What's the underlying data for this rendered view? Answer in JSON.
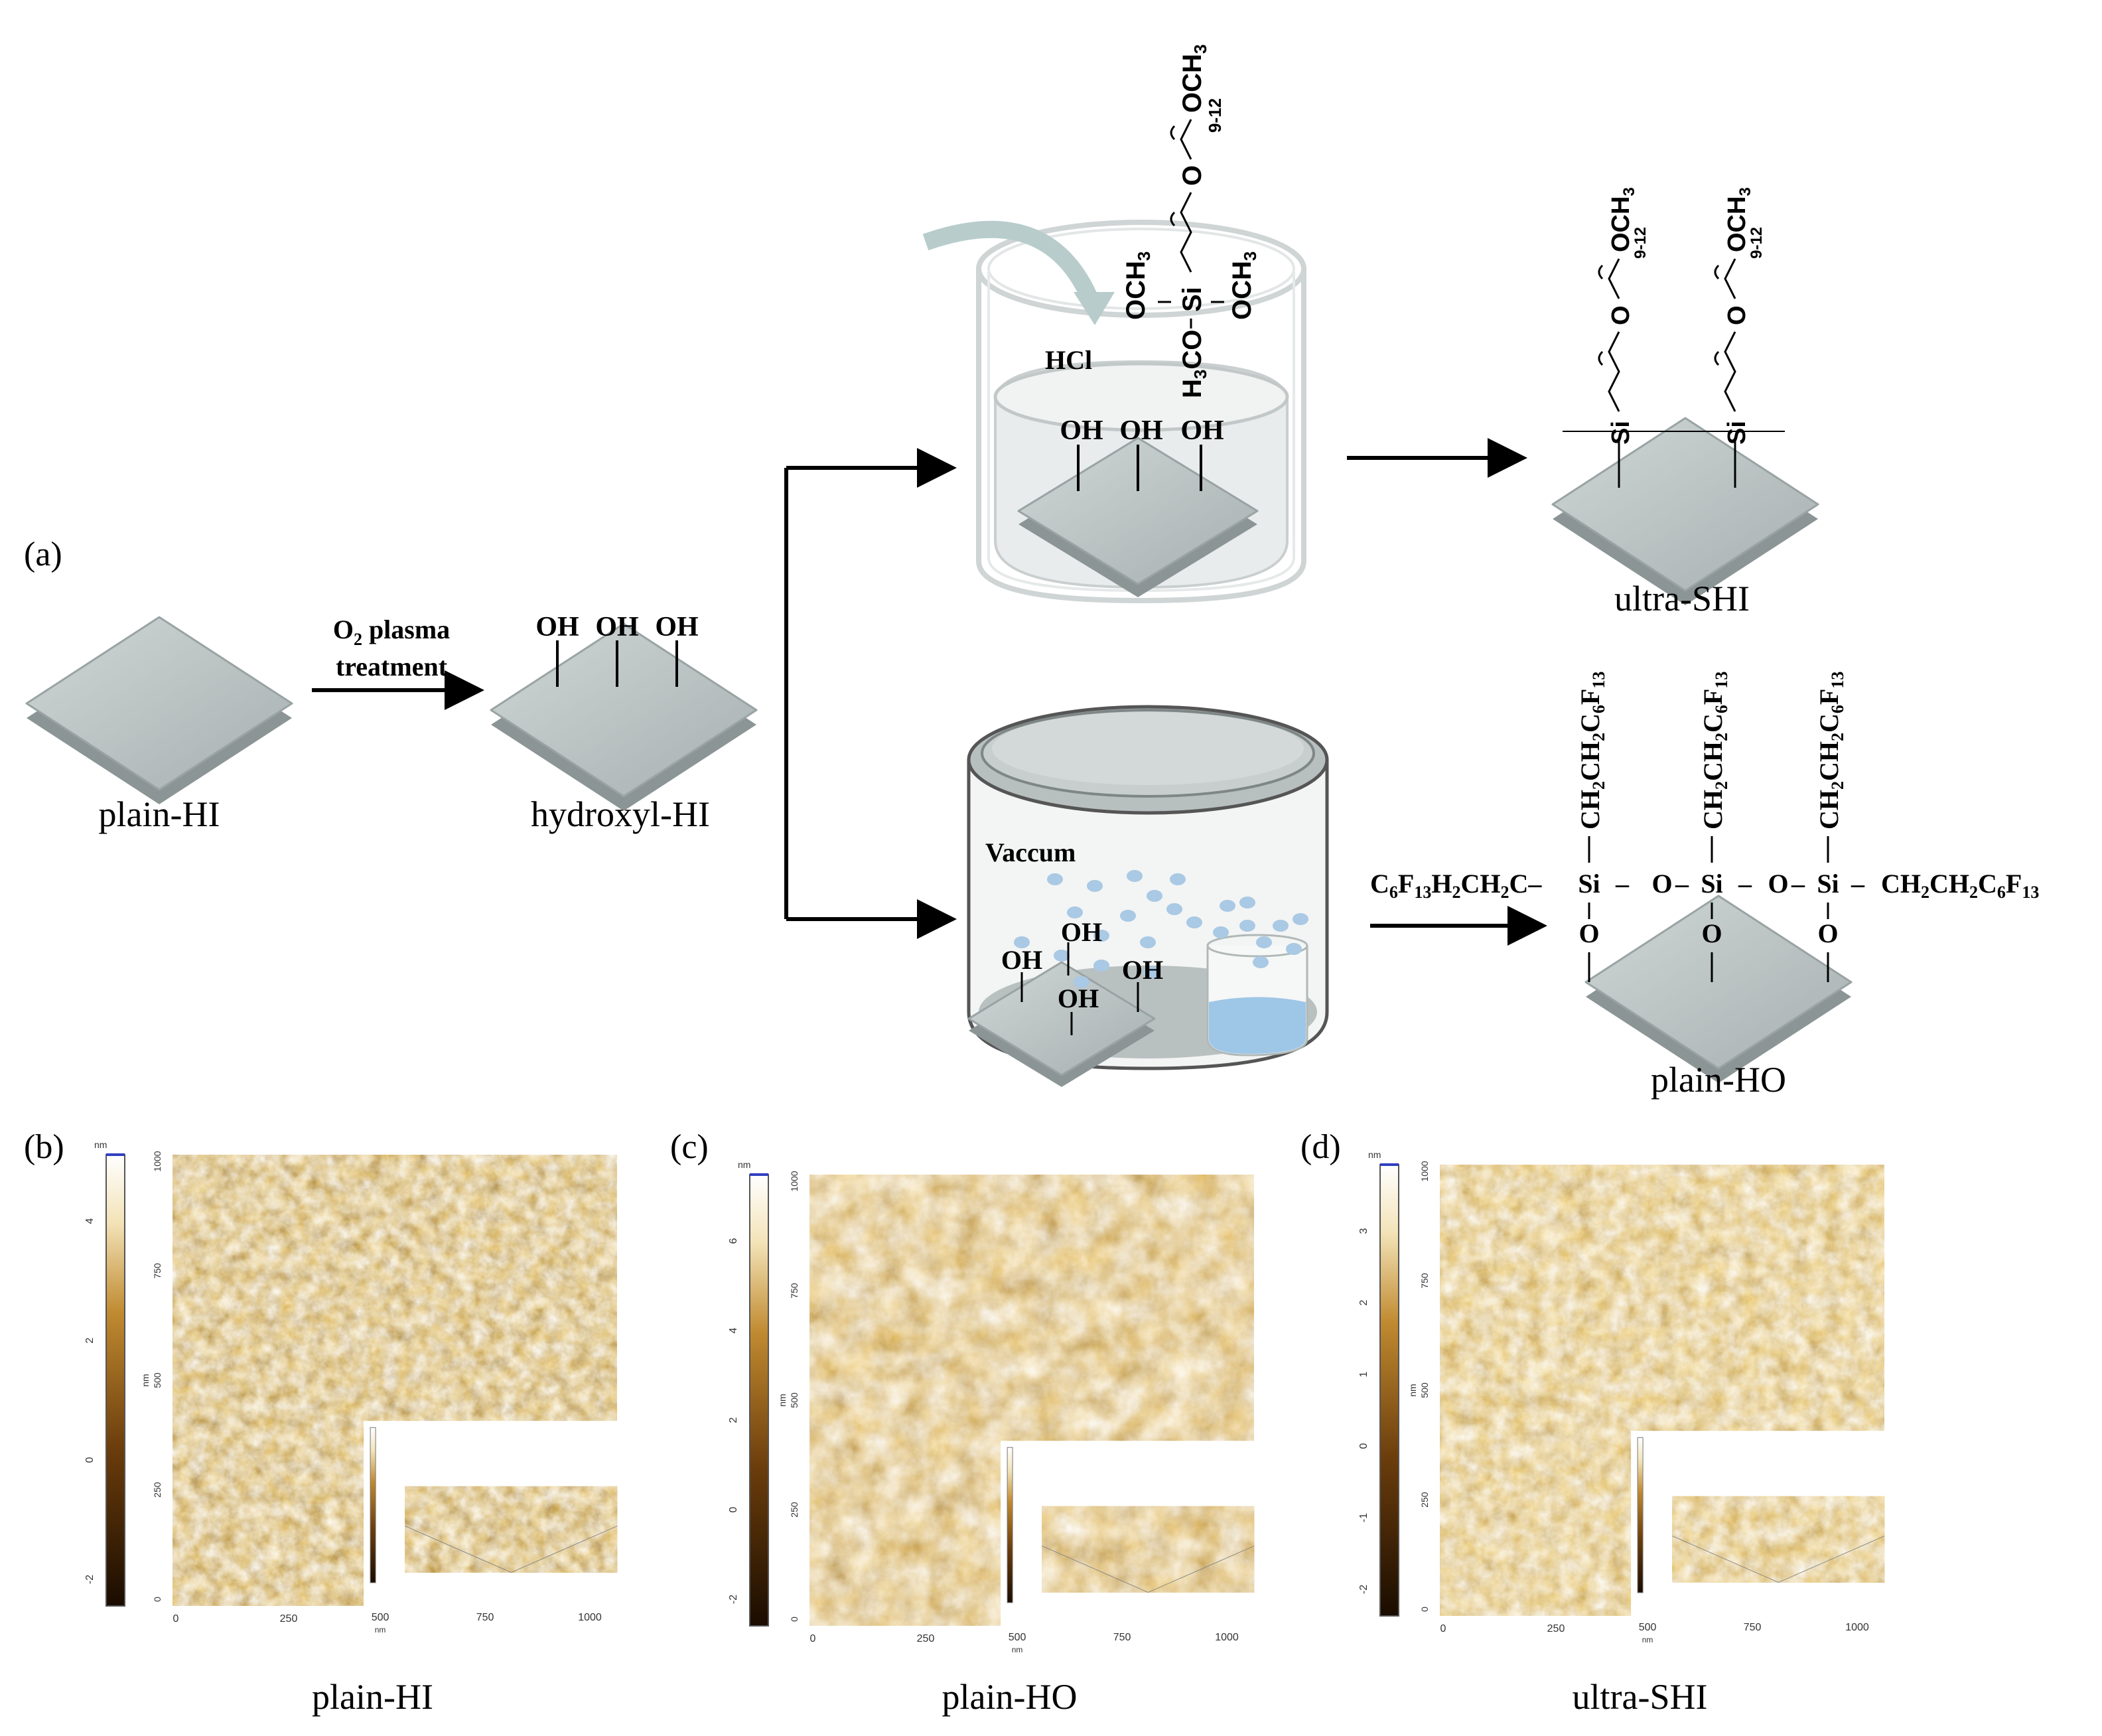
{
  "panel_a": {
    "label": "(a)",
    "plain_hi": "plain-HI",
    "hydroxyl_hi": "hydroxyl-HI",
    "o2_line1": "O",
    "o2_sub": "2",
    "o2_line1_rest": " plasma",
    "o2_line2": "treatment",
    "oh": "OH",
    "hcl": "HCl",
    "vaccum": "Vaccum",
    "ultra_shi": "ultra-SHI",
    "plain_ho": "plain-HO",
    "si": "Si",
    "o": "O",
    "och3": "OCH",
    "sub3": "3",
    "h3co_h": "H",
    "h3co_rest": "CO",
    "rep": "9-12",
    "ch2ch2c6f13": "CH2CH2C6F13",
    "left_chain": "C6F13H2CH2C"
  },
  "afm_panels": [
    {
      "label": "(b)",
      "caption": "plain-HI",
      "scale_unit": "nm",
      "scale_ticks": [
        "4",
        "2",
        "0",
        "-2"
      ],
      "y_ticks": [
        "1000",
        "750",
        "500",
        "250",
        "0"
      ],
      "x_ticks": [
        "0",
        "250"
      ],
      "inset_x_ticks": [
        "500",
        "750",
        "1000"
      ],
      "inset_unit": "nm"
    },
    {
      "label": "(c)",
      "caption": "plain-HO",
      "scale_unit": "nm",
      "scale_ticks": [
        "6",
        "4",
        "2",
        "0",
        "-2"
      ],
      "y_ticks": [
        "1000",
        "750",
        "500",
        "250",
        "0"
      ],
      "x_ticks": [
        "0",
        "250"
      ],
      "inset_x_ticks": [
        "500",
        "750",
        "1000"
      ],
      "inset_unit": "nm"
    },
    {
      "label": "(d)",
      "caption": "ultra-SHI",
      "scale_unit": "nm",
      "scale_ticks": [
        "3",
        "2",
        "1",
        "0",
        "-1",
        "-2"
      ],
      "y_ticks": [
        "1000",
        "750",
        "500",
        "250",
        "0"
      ],
      "x_ticks": [
        "0",
        "250"
      ],
      "inset_x_ticks": [
        "500",
        "750",
        "1000"
      ],
      "inset_unit": "nm"
    }
  ],
  "colors": {
    "plate": "#b4bcbc",
    "plate_top": "#c3cbcb",
    "plate_edge": "#8d9696",
    "droplet": "#a9c9e4",
    "water": "#9ec6e6",
    "afm_dark": "#3a1c04",
    "afm_mid": "#9a6418",
    "afm_light": "#e8c070",
    "curved_arrow": "#b8cccc"
  }
}
